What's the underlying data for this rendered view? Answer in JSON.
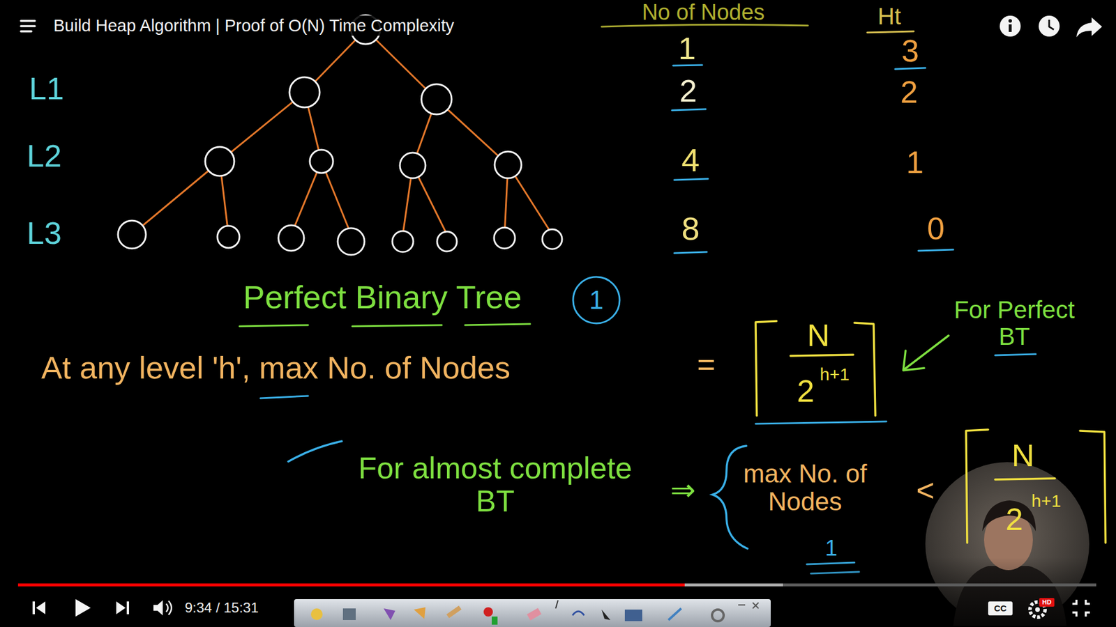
{
  "diagram": {
    "title": "Build Heap Algorithm | Proof of O(N) Time Complexity",
    "labels": [
      "L1",
      "L2",
      "L3",
      "No of Nodes",
      "Ht",
      "1",
      "2",
      "4",
      "8",
      "3",
      "2",
      "1",
      "0",
      "Perfect Binary Tree",
      "1",
      "At any level 'h', max No. of Nodes",
      "=",
      "N",
      "2",
      "h+1",
      "For Perfect BT",
      "For almost complete BT",
      "⇒",
      "max No. of Nodes",
      "<",
      "N",
      "2",
      "h+1",
      "1",
      "9:34 / 15:31",
      "CC",
      "HD"
    ]
  }
}
